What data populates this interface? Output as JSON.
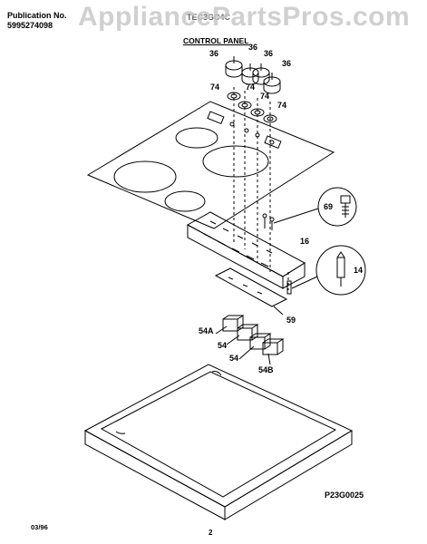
{
  "header": {
    "publication_label": "Publication No.",
    "publication_no": "5995274098",
    "model": "TEC3GC4C"
  },
  "watermark": "AppliancePartsPros.com",
  "section_title": "CONTROL PANEL",
  "part_callouts": {
    "p36a": "36",
    "p36b": "36",
    "p36c": "36",
    "p36d": "36",
    "p74a": "74",
    "p74b": "74",
    "p74c": "74",
    "p74d": "74",
    "p69": "69",
    "p16": "16",
    "p14": "14",
    "p59": "59",
    "p54a": "54A",
    "p54": "54",
    "p54c": "54",
    "p54b": "54B"
  },
  "figure_code": "P23G0025",
  "footer": {
    "date": "03/96",
    "page": "2"
  }
}
